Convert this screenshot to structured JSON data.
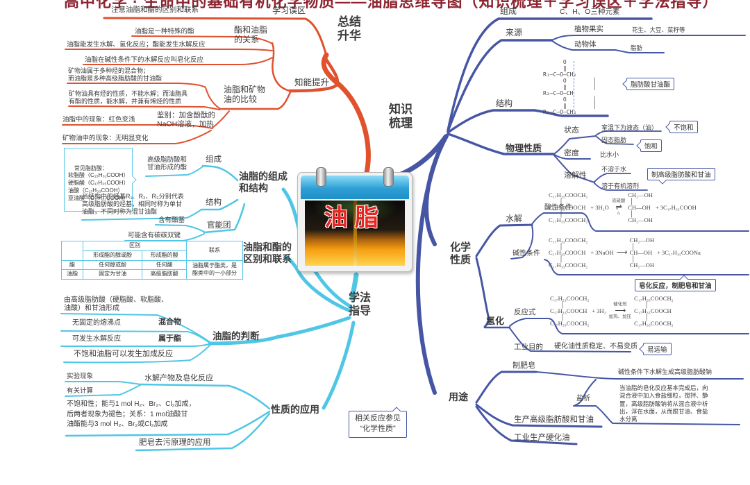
{
  "page": {
    "clipped_title": "高中化学 · 生命中的基础有机化学物质——油脂思维导图（知识梳理＋学习误区＋学法指导）"
  },
  "center": {
    "topic": "油脂"
  },
  "colors": {
    "orange": "#e0512e",
    "blue": "#4656a4",
    "cyan": "#4fc6e6",
    "table_border": "#58c8e8",
    "topic_red": "#e8251f",
    "title_red": "#8d2430"
  },
  "summary": {
    "root": "总结\n升华",
    "mistakes_label": "学习误区",
    "mistakes_note": "注意油脂和酯的区别和联系",
    "improve_label": "知能提升",
    "relation_label": "酯和油脂\n的关系",
    "rel1": "油脂是一种特殊的酯",
    "rel2": "油脂能发生水解、氢化反应；酯能发生水解反应",
    "rel3": "油脂在碱性条件下的水解反应叫皂化反应",
    "mineral_label": "油脂和矿物\n油的比较",
    "min1": "矿物油属于多种烃的混合物；\n而油脂是多种高级脂肪酸的甘油酯",
    "min2": "矿物油具有烃的性质，不能水解；而油脂具\n有酯的性质，能水解，并兼有烯烃的性质",
    "identify": "鉴别：加含酚酞的\nNaOH溶液，加热",
    "id1": "油脂中的现象：红色变浅",
    "id2": "矿物油中的现象：无明显变化"
  },
  "knowledge": {
    "root": "知识\n梳理",
    "composition": {
      "label": "组成",
      "value": "C、H、O三种元素"
    },
    "source": {
      "label": "来源",
      "plant": "植物果实",
      "plant_value": "花生、大豆、菜籽等",
      "animal": "动物体",
      "animal_value": "脂肪"
    },
    "structure": {
      "label": "结构",
      "formula": "      O\n      ‖\nR₁—C—O—CH₂\n      O        │\n      ‖        │\nR₂—C—O—CH\n      O        │\n      ‖        │\nR₃—C—O—CH₂",
      "callout": "脂肪酸甘油酯"
    },
    "physical": {
      "label": "物理性质",
      "state_label": "状态",
      "liquid": "室温下为液态（油）",
      "liquid_callout": "不饱和",
      "solid": "固态脂肪",
      "solid_callout": "饱和",
      "density_label": "密度",
      "density_value": "比水小",
      "solubility_label": "溶解性",
      "sol1": "不溶于水",
      "sol2": "溶于有机溶剂",
      "sol_callout": "制高级脂肪酸和甘油"
    },
    "chemical": {
      "label": "化学\n性质",
      "hydrolysis_label": "水解",
      "acid_label": "酸性条件",
      "eq_acid": {
        "left": "C₁₇H₃₅COOCH₂\n       │\nC₁₇H₃₅COOCH\n       │\nC₁₇H₃₅COOCH₂",
        "plus": "+ 3H₂O",
        "arrow_top": "浓硫酸",
        "arrow": "⇌",
        "arrow_bottom": "Δ",
        "right": "CH₂—OH\n │\nCH—OH\n │\nCH₂—OH",
        "tail": "+ 3C₁₇H₃₅COOH"
      },
      "base_label": "碱性条件",
      "eq_base": {
        "left": "C₁₇H₃₅COOCH₂\n       │\nC₁₇H₃₅COOCH\n       │\nC₁₇H₃₅COOCH₂",
        "plus": "+ 3NaOH",
        "arrow": "⟶",
        "right": "CH₂—OH\n │\nCH—OH\n │\nCH₂—OH",
        "tail": "+ 3C₁₇H₃₅COONa"
      },
      "base_callout": "皂化反应，制肥皂和甘油",
      "hydrogenation_label": "氢化",
      "formula_label": "反应式",
      "eq_h2": {
        "left": "C₁₇H₃₃COOCH₂\n       │\nC₁₇H₃₃COOCH\n       │\nC₁₇H₃₃COOCH₂",
        "plus": "+ 3H₂",
        "arrow_top": "催化剂",
        "arrow": "⟶",
        "arrow_bottom": "加热、加压",
        "right": "C₁₇H₃₅COOCH₂\n       │\nC₁₇H₃₅COOCH\n       │\nC₁₇H₃₅COOCH₂"
      },
      "purpose_label": "工业目的",
      "purpose_value": "硬化油性质稳定、不易变质",
      "purpose_callout": "易运输"
    },
    "uses": {
      "label": "用途",
      "soap_label": "制肥皂",
      "soap_value": "碱性条件下水解生成高级脂肪酸钠",
      "salting_label": "盐析",
      "salting_text": "当油脂的皂化反应基本完成后，向\n混合液中加入食盐细粒，搅拌、静\n置，高级脂肪酸钠将从混合液中析\n出，浮在水面，从而跟甘油、食盐\n水分离",
      "glycerol": "生产高级脂肪酸和甘油",
      "harden": "工业生产硬化油",
      "ref_callout": "相关反应参见\n“化学性质”"
    }
  },
  "method": {
    "root": "学法\n指导",
    "comp_struct_label": "油脂的组成\n和结构",
    "comp_label": "组成",
    "comp_value": "高级脂肪酸和\n甘油形成的酯",
    "acids_box": "常见脂肪酸：\n软脂酸（C₁₅H₃₁COOH）\n硬脂酸（C₁₇H₃₅COOH）\n油酸（C₁₇H₃₃COOH）\n亚油酸（C₁₇H₃₁COOH）",
    "struct_label": "结构",
    "struct_note": "当结构中的烃基R₁、R₂、R₃分别代表\n高级脂肪酸的烃基，相同时称为单甘\n油酯，不同时称为混甘油酯",
    "fg_label": "官能团",
    "fg1": "含有酯基",
    "fg2": "可能含有碳碳双键",
    "diff_label": "油脂和酯的\n区别和联系",
    "table": {
      "diff": "区别",
      "link": "联系",
      "c1": "形成酯的醇或酚",
      "c2": "形成酯的酸",
      "r1": "酯",
      "r1c1": "任何醇或酚",
      "r1c2": "任何酸",
      "r2": "油脂",
      "r2c1": "固定为甘油",
      "r2c2": "高级脂肪酸",
      "link_text": "油脂属于酯类，是\n酯类中的一小部分"
    },
    "judge_label": "油脂的判断",
    "j0": "由高级脂肪酸（硬脂酸、软脂酸、\n油酸）和甘油形成",
    "j1": "无固定的熔沸点",
    "j1v": "混合物",
    "j2": "可发生水解反应",
    "j2v": "属于酯",
    "j3": "不饱和油脂可以发生加成反应",
    "apply_label": "性质的应用",
    "a1": "实验现象",
    "a2": "有关计算",
    "a3": "水解产物及皂化反应",
    "a4": "不饱和性；能与1 mol H₂、Br₂、Cl₂加成，\n后两者现象为褪色；关系：1 mol油酸甘\n油酯能与3 mol H₂、Br₂或Cl₂加成",
    "a5": "肥皂去污原理的应用"
  }
}
